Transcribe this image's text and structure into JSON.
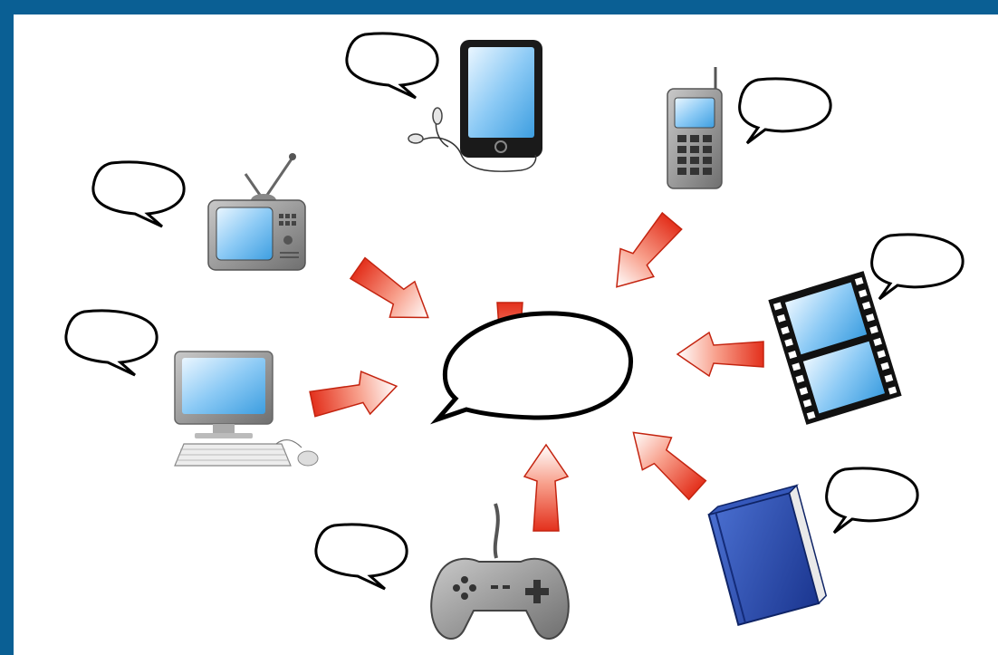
{
  "diagram": {
    "central_bubble": "speech-bubble",
    "devices": [
      {
        "name": "tablet",
        "icon": "tablet-with-earphones-icon"
      },
      {
        "name": "mobile-phone",
        "icon": "mobile-phone-icon"
      },
      {
        "name": "television",
        "icon": "tv-icon"
      },
      {
        "name": "film",
        "icon": "film-strip-icon"
      },
      {
        "name": "computer",
        "icon": "desktop-computer-icon"
      },
      {
        "name": "game-controller",
        "icon": "gamepad-icon"
      },
      {
        "name": "book",
        "icon": "book-icon"
      }
    ],
    "colors": {
      "frame": "#0a5f94",
      "arrow_fill": "#e8402a",
      "arrow_light": "#ffffff",
      "screen": "#5db4f0",
      "device_gray": "#8c8c8c",
      "book_blue": "#2348a8"
    }
  }
}
